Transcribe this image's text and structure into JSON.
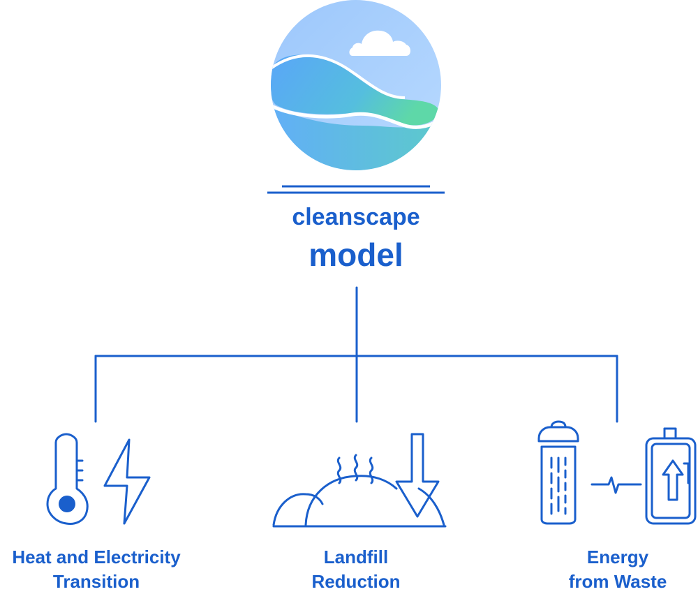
{
  "title": {
    "line1": "cleanscape",
    "line2": "model"
  },
  "branches": [
    {
      "line1": "Heat and Electricity",
      "line2": "Transition",
      "icons": [
        "thermometer-icon",
        "lightning-bolt-icon"
      ]
    },
    {
      "line1": "Landfill",
      "line2": "Reduction",
      "icons": [
        "landfill-mound-icon",
        "down-arrow-icon"
      ]
    },
    {
      "line1": "Energy",
      "line2": "from Waste",
      "icons": [
        "trash-can-icon",
        "battery-charging-icon"
      ]
    }
  ],
  "colors": {
    "primary": "#1a5fcc",
    "sky": "#a6cdfc",
    "wave_blue": "#5aa8f8",
    "wave_green": "#5ed8a8"
  }
}
